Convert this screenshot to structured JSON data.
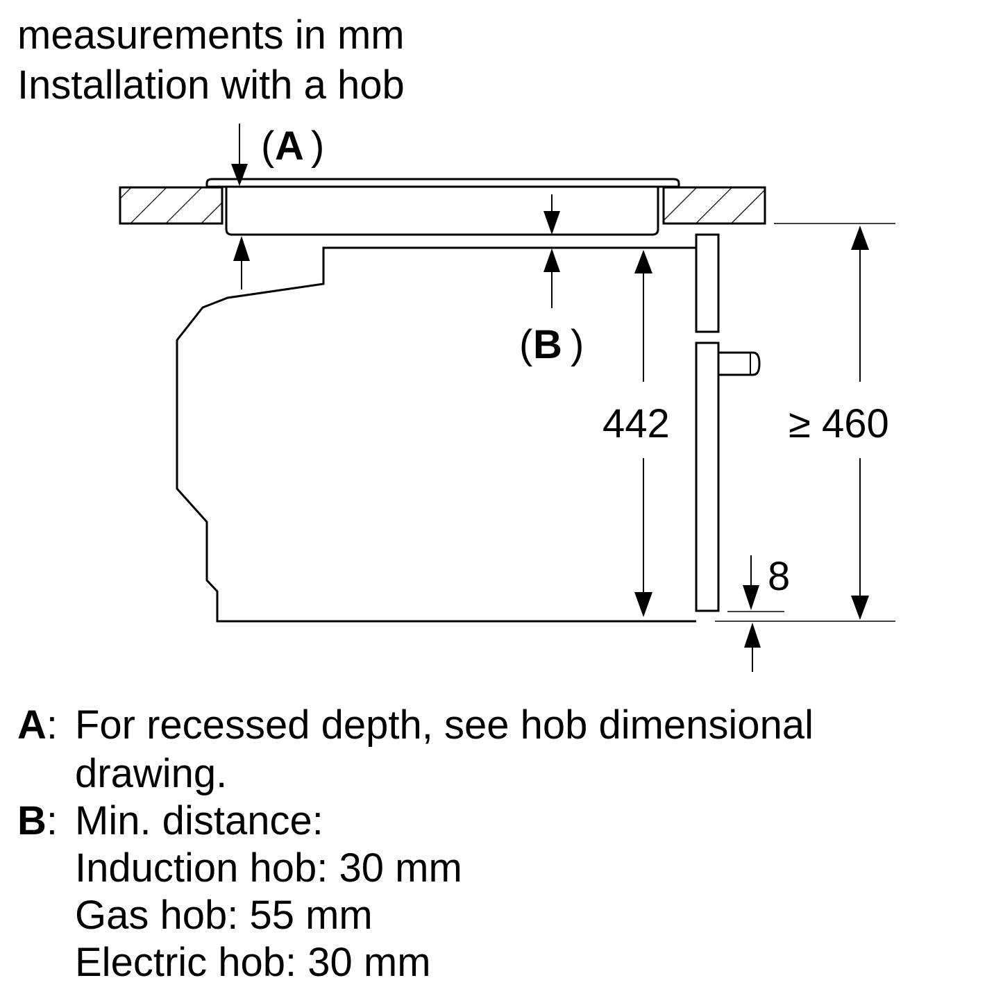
{
  "header": {
    "line1": "measurements in mm",
    "line2": "Installation with a hob"
  },
  "diagram": {
    "label_a": "A",
    "label_b": "B",
    "paren_open": "(",
    "paren_close": ")",
    "dim_oven_height": "442",
    "dim_niche_height": "≥ 460",
    "dim_gap": "8"
  },
  "notes": {
    "a_key": "A",
    "a_lines": [
      "For recessed depth, see hob dimensional",
      "drawing."
    ],
    "b_key": "B",
    "b_lines": [
      "Min. distance:",
      "Induction hob: 30 mm",
      "Gas hob: 55 mm",
      "Electric hob: 30 mm"
    ],
    "colon": ":"
  }
}
